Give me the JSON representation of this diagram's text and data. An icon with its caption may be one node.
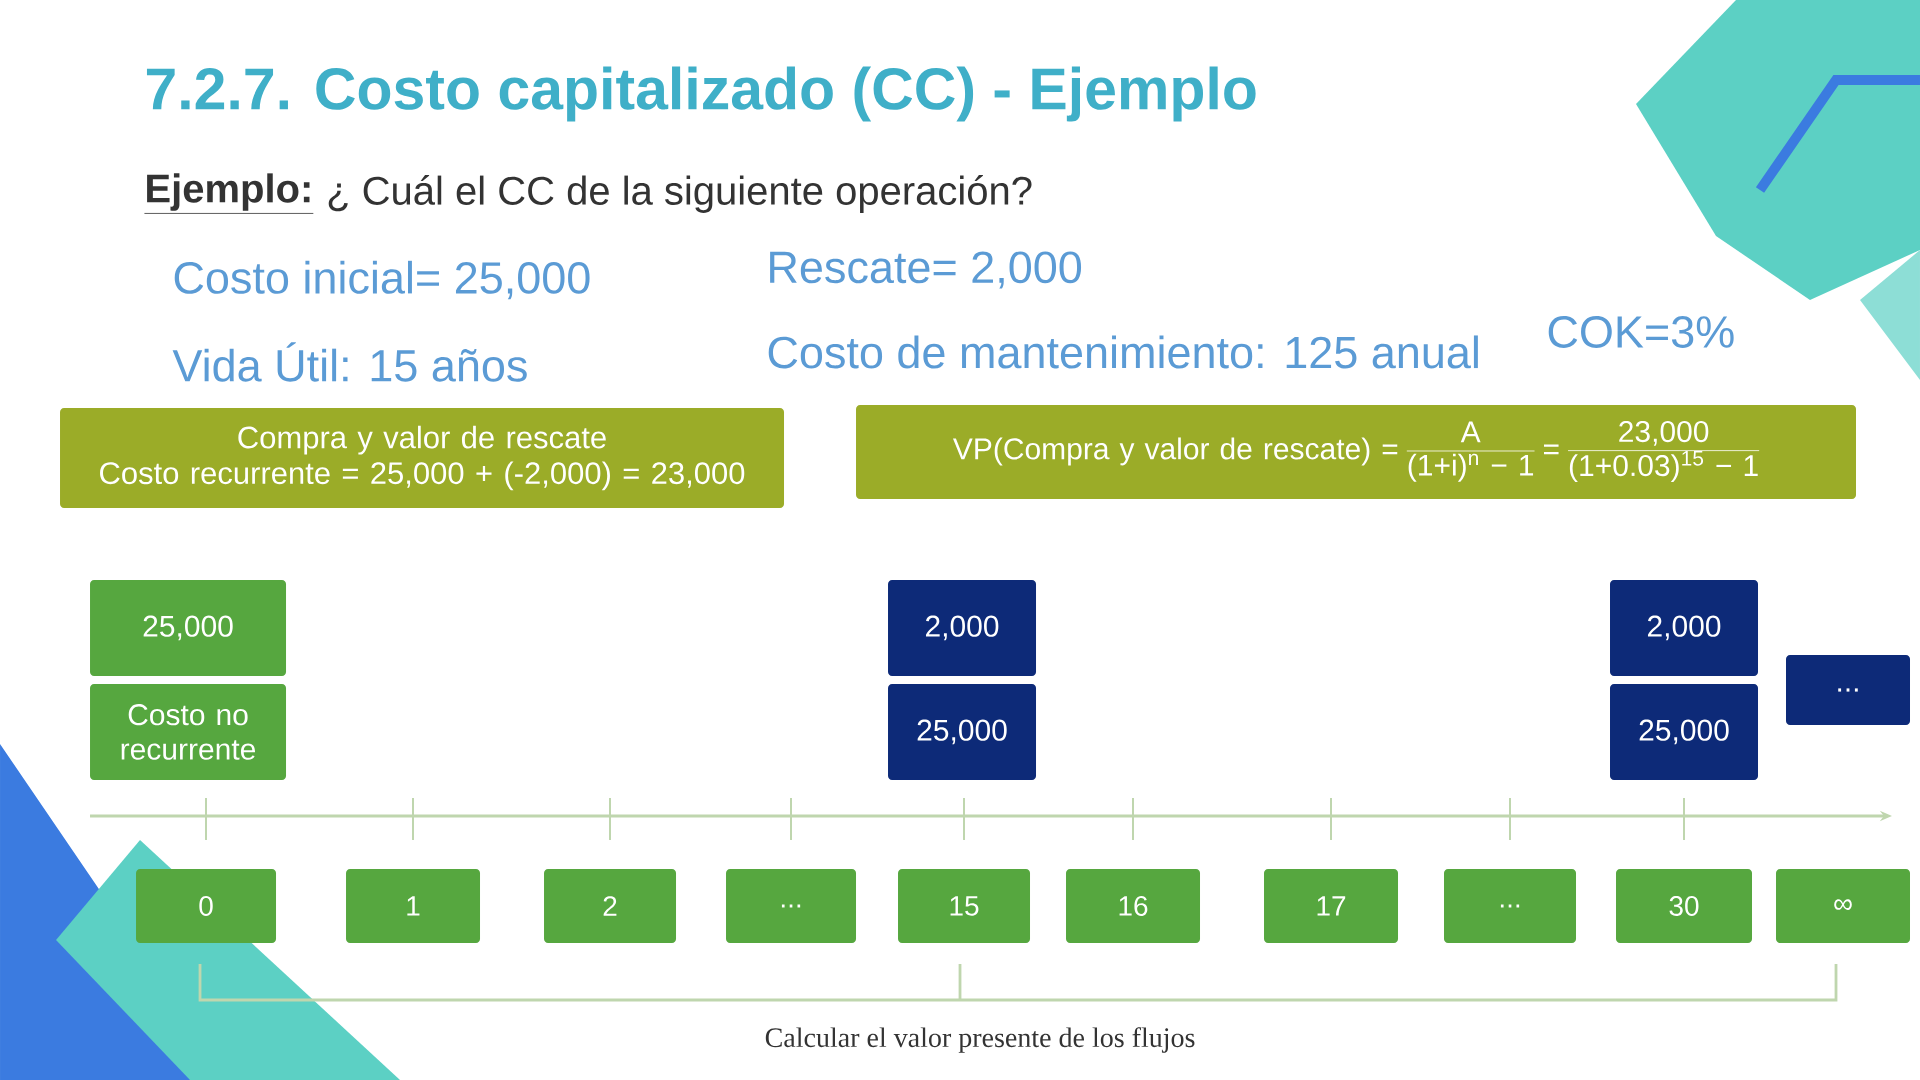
{
  "diagram": {
    "title": "7.2.7. Costo capitalizado (CC) - Ejemplo",
    "nodes": [
      {
        "text": [
          "Compra y valor de rescate",
          "Costo recurrente = 25,000 + (-2,000) = 23,000"
        ]
      },
      {
        "text": [
          "VP(Compra y valor de rescate) =",
          "A",
          "(1+i)$^{n}$ − 1",
          "=",
          "23,000",
          "(1+0.03)$^{15}$ − 1"
        ]
      },
      {
        "text": [
          "25,000"
        ]
      },
      {
        "text": [
          "Costo no recurrente"
        ]
      },
      {
        "text": [
          "2,000"
        ]
      },
      {
        "text": [
          "25,000"
        ]
      },
      {
        "text": [
          "2,000"
        ]
      },
      {
        "text": [
          "25,000"
        ]
      },
      {
        "text": [
          "..."
        ]
      },
      {
        "text": [
          "0"
        ]
      },
      {
        "text": [
          "1"
        ]
      },
      {
        "text": [
          "2"
        ]
      },
      {
        "text": [
          "..."
        ]
      },
      {
        "text": [
          "15"
        ]
      },
      {
        "text": [
          "16"
        ]
      },
      {
        "text": [
          "17"
        ]
      },
      {
        "text": [
          "..."
        ]
      },
      {
        "text": [
          "30"
        ]
      },
      {
        "text": [
          "∞"
        ]
      }
    ],
    "labels": [
      "Ejemplo:",
      "¿ Cuál el CC de la siguiente operación?",
      "Costo inicial= 25,000",
      "Rescate= 2,000",
      "Vida Útil: 15 años",
      "Costo de mantenimiento: 125 anual",
      "COK=3%",
      "Calcular el valor presente de los flujos"
    ]
  }
}
